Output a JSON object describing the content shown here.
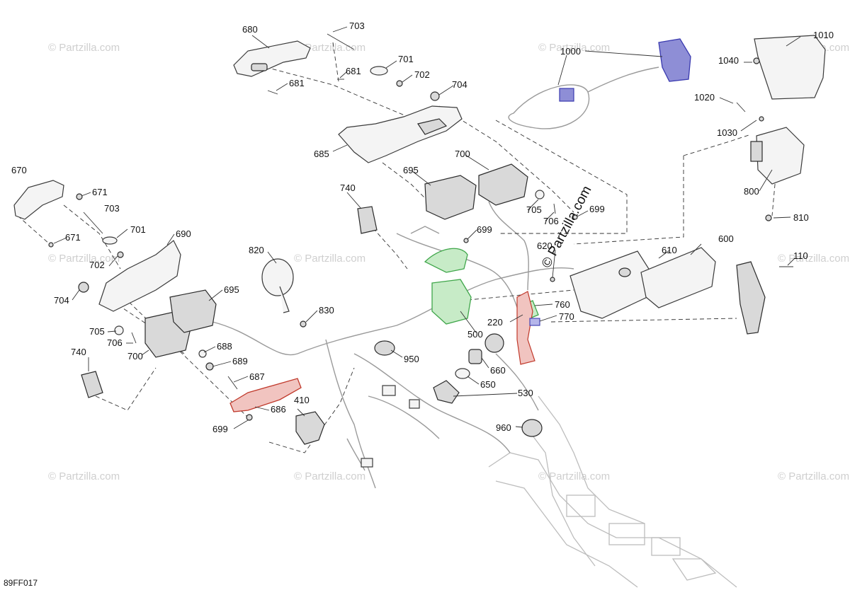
{
  "diagram": {
    "watermark_text": "© Partzilla.com",
    "drawing_code": "89FF017",
    "colors": {
      "green_part": "#3fa64a",
      "red_part": "#c0392b",
      "blue_part": "#3b3bb0",
      "label": "#111111",
      "watermark": "#cfcfcf"
    },
    "callouts": [
      {
        "id": "c680",
        "text": "680"
      },
      {
        "id": "c703a",
        "text": "703"
      },
      {
        "id": "c701a",
        "text": "701"
      },
      {
        "id": "c681a",
        "text": "681"
      },
      {
        "id": "c702a",
        "text": "702"
      },
      {
        "id": "c681b",
        "text": "681"
      },
      {
        "id": "c704a",
        "text": "704"
      },
      {
        "id": "c1000",
        "text": "1000"
      },
      {
        "id": "c1010",
        "text": "1010"
      },
      {
        "id": "c1040",
        "text": "1040"
      },
      {
        "id": "c1020",
        "text": "1020"
      },
      {
        "id": "c1030",
        "text": "1030"
      },
      {
        "id": "c685",
        "text": "685"
      },
      {
        "id": "c700a",
        "text": "700"
      },
      {
        "id": "c695a",
        "text": "695"
      },
      {
        "id": "c740a",
        "text": "740"
      },
      {
        "id": "c705a",
        "text": "705"
      },
      {
        "id": "c706a",
        "text": "706"
      },
      {
        "id": "c699a",
        "text": "699"
      },
      {
        "id": "c699b",
        "text": "699"
      },
      {
        "id": "c800",
        "text": "800"
      },
      {
        "id": "c810",
        "text": "810"
      },
      {
        "id": "c670",
        "text": "670"
      },
      {
        "id": "c671a",
        "text": "671"
      },
      {
        "id": "c703b",
        "text": "703"
      },
      {
        "id": "c671b",
        "text": "671"
      },
      {
        "id": "c701b",
        "text": "701"
      },
      {
        "id": "c690",
        "text": "690"
      },
      {
        "id": "c702b",
        "text": "702"
      },
      {
        "id": "c704b",
        "text": "704"
      },
      {
        "id": "c695b",
        "text": "695"
      },
      {
        "id": "c705b",
        "text": "705"
      },
      {
        "id": "c706b",
        "text": "706"
      },
      {
        "id": "c700b",
        "text": "700"
      },
      {
        "id": "c820",
        "text": "820"
      },
      {
        "id": "c830",
        "text": "830"
      },
      {
        "id": "c620",
        "text": "620"
      },
      {
        "id": "c610",
        "text": "610"
      },
      {
        "id": "c600",
        "text": "600"
      },
      {
        "id": "c110",
        "text": "110"
      },
      {
        "id": "c760",
        "text": "760"
      },
      {
        "id": "c770",
        "text": "770"
      },
      {
        "id": "c220",
        "text": "220"
      },
      {
        "id": "c500",
        "text": "500"
      },
      {
        "id": "c688",
        "text": "688"
      },
      {
        "id": "c689",
        "text": "689"
      },
      {
        "id": "c687",
        "text": "687"
      },
      {
        "id": "c686",
        "text": "686"
      },
      {
        "id": "c699c",
        "text": "699"
      },
      {
        "id": "c740b",
        "text": "740"
      },
      {
        "id": "c950",
        "text": "950"
      },
      {
        "id": "c660",
        "text": "660"
      },
      {
        "id": "c650",
        "text": "650"
      },
      {
        "id": "c530",
        "text": "530"
      },
      {
        "id": "c410",
        "text": "410"
      },
      {
        "id": "c960",
        "text": "960"
      }
    ]
  }
}
